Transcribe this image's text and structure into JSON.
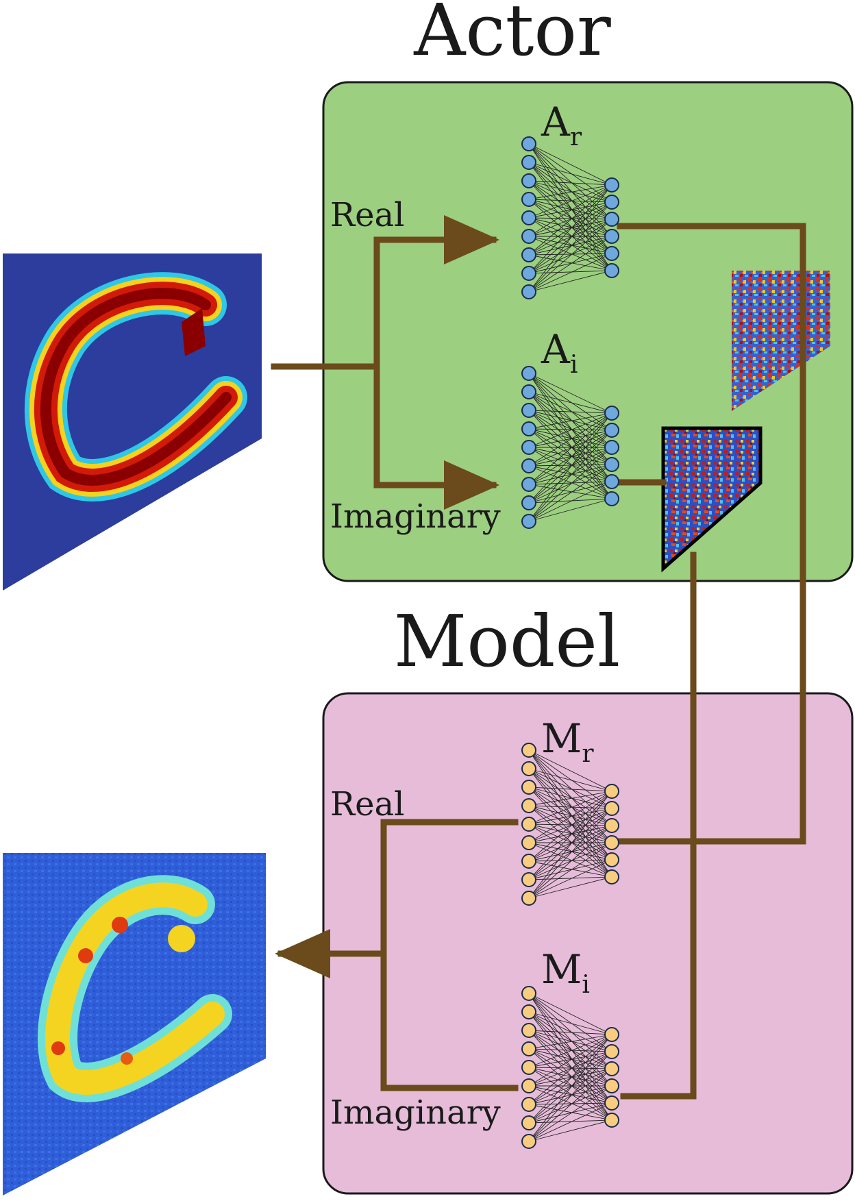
{
  "actor": {
    "title": "Actor",
    "color": "#9ccf80",
    "real_label": "Real",
    "imaginary_label": "Imaginary",
    "net_real": {
      "base": "A",
      "sub": "r"
    },
    "net_imag": {
      "base": "A",
      "sub": "i"
    },
    "node_color": "#6fa8dc"
  },
  "model": {
    "title": "Model",
    "color": "#e6bcd9",
    "real_label": "Real",
    "imaginary_label": "Imaginary",
    "net_real": {
      "base": "M",
      "sub": "r"
    },
    "net_imag": {
      "base": "M",
      "sub": "i"
    },
    "node_color": "#f9cd80"
  },
  "connector_color": "#6b4a1c",
  "network_shape": {
    "input_nodes": 9,
    "output_nodes": 6
  },
  "images": {
    "input": "input-digit-c",
    "output": "output-digit-c",
    "real_phase_mask": "real-part-mask",
    "imag_phase_mask": "imaginary-part-mask"
  }
}
